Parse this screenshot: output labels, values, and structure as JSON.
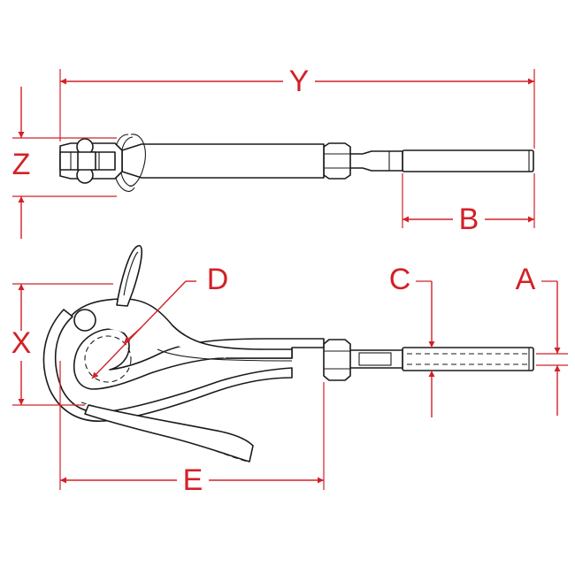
{
  "colors": {
    "dimension": "#d32027",
    "outline": "#1a1a1a",
    "background": "#ffffff"
  },
  "views": {
    "top_view": "pelican-hook-top-view",
    "side_view": "pelican-hook-side-view"
  },
  "dimensions": {
    "y": "Y",
    "z": "Z",
    "b": "B",
    "d": "D",
    "c": "C",
    "a": "A",
    "x": "X",
    "e": "E"
  }
}
